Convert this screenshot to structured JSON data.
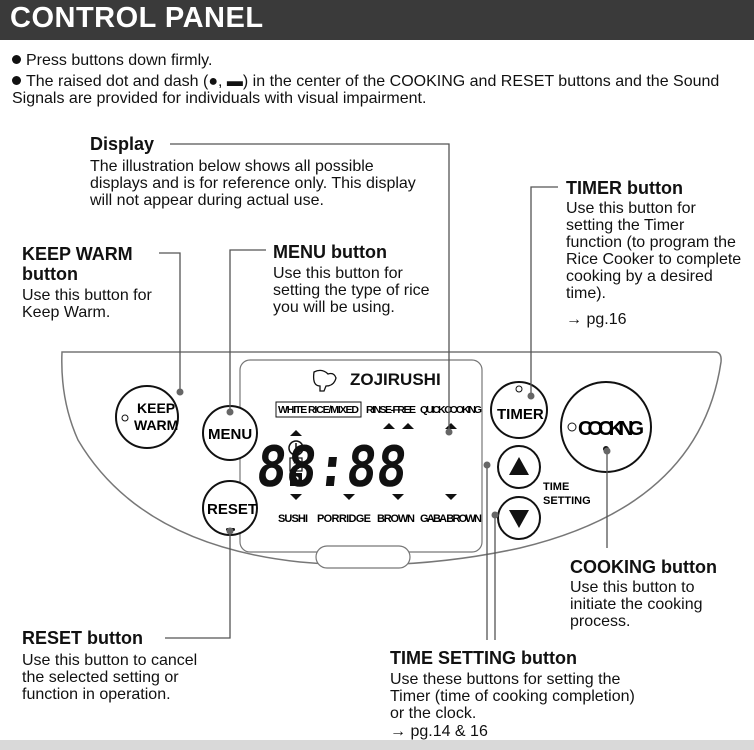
{
  "header": {
    "title": "CONTROL PANEL"
  },
  "notes": [
    "Press buttons down firmly.",
    "The raised dot and dash (●, ▬) in the center of the COOKING and RESET buttons and the Sound Signals are provided for individuals with visual impairment."
  ],
  "callouts": {
    "display": {
      "title": "Display",
      "text": "The illustration below shows all possible displays and is for reference only. This display will not appear during actual use."
    },
    "timer": {
      "title": "TIMER button",
      "text": "Use this button for setting the Timer function (to program the Rice Cooker to complete cooking by a desired time).",
      "ref": "→ pg.16"
    },
    "keep_warm": {
      "title_line1": "KEEP WARM",
      "title_line2": "button",
      "text": "Use this button for Keep Warm."
    },
    "menu": {
      "title": "MENU button",
      "text": "Use this button for setting the type of rice you will be using."
    },
    "cooking": {
      "title": "COOKING button",
      "text": "Use this button to initiate the cooking process."
    },
    "reset": {
      "title": "RESET button",
      "text": "Use this button to cancel the selected setting or function in operation."
    },
    "time_setting": {
      "title": "TIME SETTING button",
      "text": "Use these buttons for setting the Timer (time of cooking completion) or the clock.",
      "ref": "→ pg.14 & 16"
    }
  },
  "panel": {
    "brand": "ZOJIRUSHI",
    "buttons": {
      "keep_warm_1": "KEEP",
      "keep_warm_2": "WARM",
      "menu": "MENU",
      "reset": "RESET",
      "timer": "TIMER",
      "cooking": "COOKING",
      "time_setting_1": "TIME",
      "time_setting_2": "SETTING"
    },
    "display": {
      "top_modes": [
        "WHITE RICE/MIXED",
        "RINSE-FREE",
        "QUICK COOKING"
      ],
      "bottom_modes": [
        "SUSHI",
        "PORRIDGE",
        "BROWN",
        "GABA BROWN"
      ],
      "digits": "88:88",
      "indicator_1": "1",
      "indicator_2": "2"
    }
  }
}
